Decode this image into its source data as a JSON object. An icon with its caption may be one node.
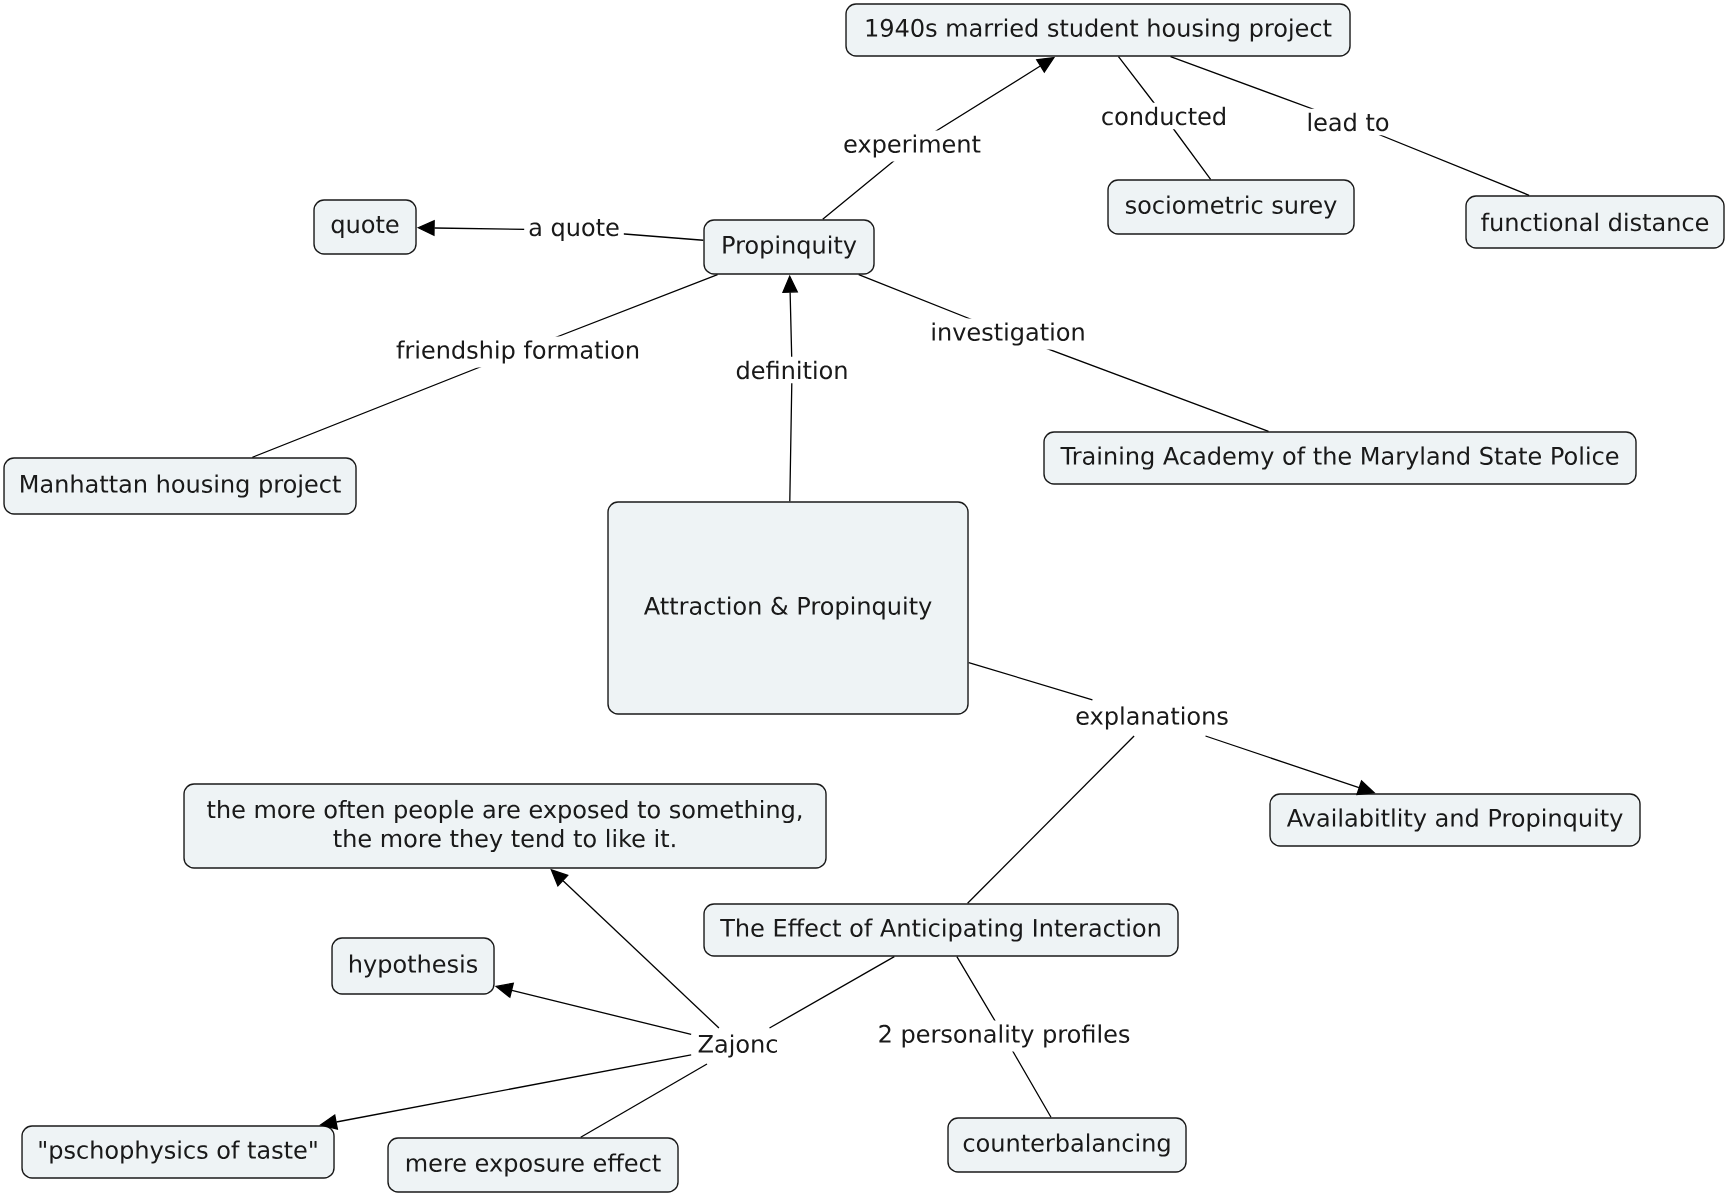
{
  "diagram": {
    "nodes": [
      {
        "text": [
          "1940s married student housing project"
        ]
      },
      {
        "text": [
          "quote"
        ]
      },
      {
        "text": [
          "Propinquity"
        ]
      },
      {
        "text": [
          "sociometric surey"
        ]
      },
      {
        "text": [
          "functional distance"
        ]
      },
      {
        "text": [
          "Manhattan housing project"
        ]
      },
      {
        "text": [
          "Training Academy of the Maryland State Police"
        ]
      },
      {
        "text": [
          "Attraction & Propinquity"
        ]
      },
      {
        "text": [
          "explanations"
        ]
      },
      {
        "text": [
          "the more often people are exposed to something, the more they tend to like it."
        ]
      },
      {
        "text": [
          "Availabitlity and Propinquity"
        ]
      },
      {
        "text": [
          "The Effect of Anticipating Interaction"
        ]
      },
      {
        "text": [
          "hypothesis"
        ]
      },
      {
        "text": [
          "Zajonc"
        ]
      },
      {
        "text": [
          "\"pschophysics of taste\""
        ]
      },
      {
        "text": [
          "mere exposure effect"
        ]
      },
      {
        "text": [
          "counterbalancing"
        ]
      }
    ],
    "edges": [
      {
        "from": 2,
        "to": 0,
        "arrow": "to",
        "label": "experiment"
      },
      {
        "from": 0,
        "to": 3,
        "arrow": "none",
        "label": "conducted"
      },
      {
        "from": 0,
        "to": 4,
        "arrow": "none",
        "label": "lead to"
      },
      {
        "from": 2,
        "to": 1,
        "arrow": "to",
        "label": "a quote"
      },
      {
        "from": 2,
        "to": 5,
        "arrow": "none",
        "label": "friendship formation"
      },
      {
        "from": 7,
        "to": 2,
        "arrow": "to",
        "label": "definition"
      },
      {
        "from": 2,
        "to": 6,
        "arrow": "none",
        "label": "investigation"
      },
      {
        "from": 7,
        "to": 8,
        "arrow": "none"
      },
      {
        "from": 8,
        "to": 10,
        "arrow": "to"
      },
      {
        "from": 8,
        "to": 11,
        "arrow": "none"
      },
      {
        "from": 11,
        "to": 13,
        "arrow": "none"
      },
      {
        "from": 13,
        "to": 9,
        "arrow": "to"
      },
      {
        "from": 13,
        "to": 12,
        "arrow": "to"
      },
      {
        "from": 13,
        "to": 14,
        "arrow": "to"
      },
      {
        "from": 13,
        "to": 15,
        "arrow": "none"
      },
      {
        "from": 11,
        "to": 16,
        "arrow": "none",
        "label": "2 personality profiles"
      }
    ]
  }
}
